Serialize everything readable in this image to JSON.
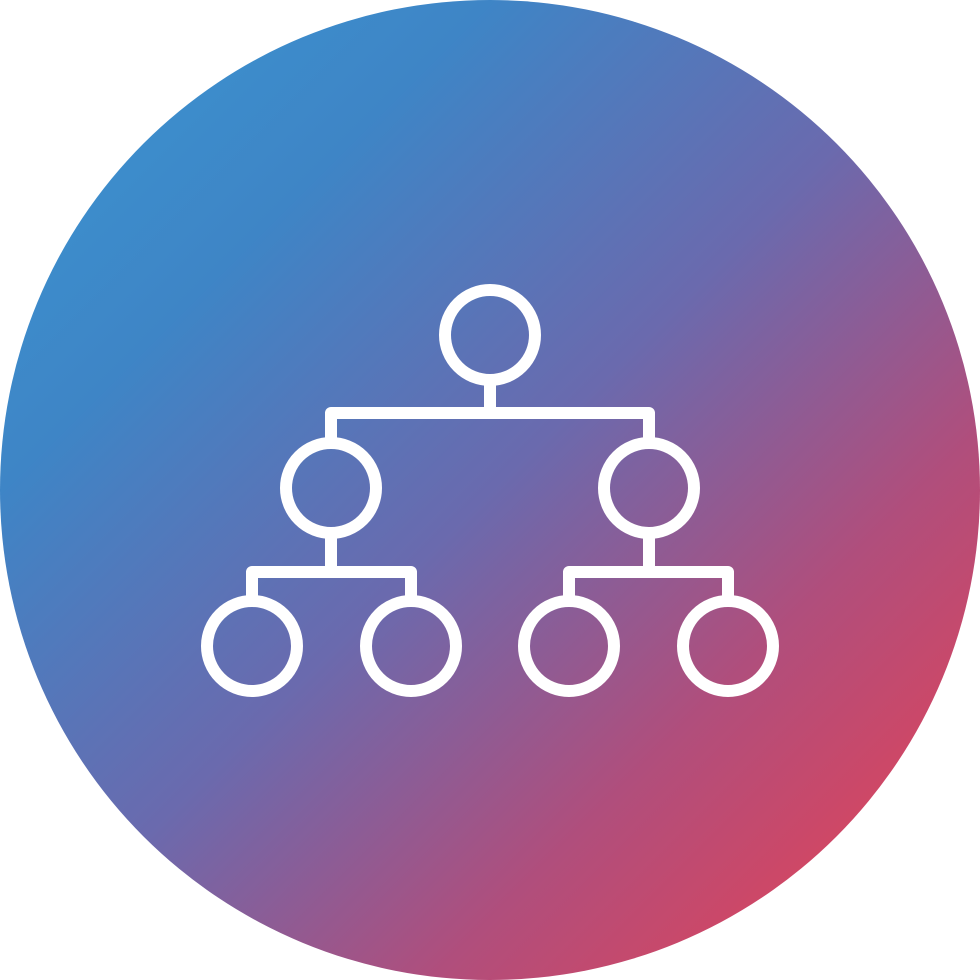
{
  "icon": {
    "name": "hierarchy-structure-icon",
    "style": "line",
    "background": "circle-gradient",
    "colors": {
      "gradient_start": "#3B97D3",
      "gradient_mid": "#6A6AAE",
      "gradient_end": "#F0404E",
      "stroke": "#FFFFFF"
    },
    "tree_levels": [
      1,
      2,
      4
    ]
  }
}
